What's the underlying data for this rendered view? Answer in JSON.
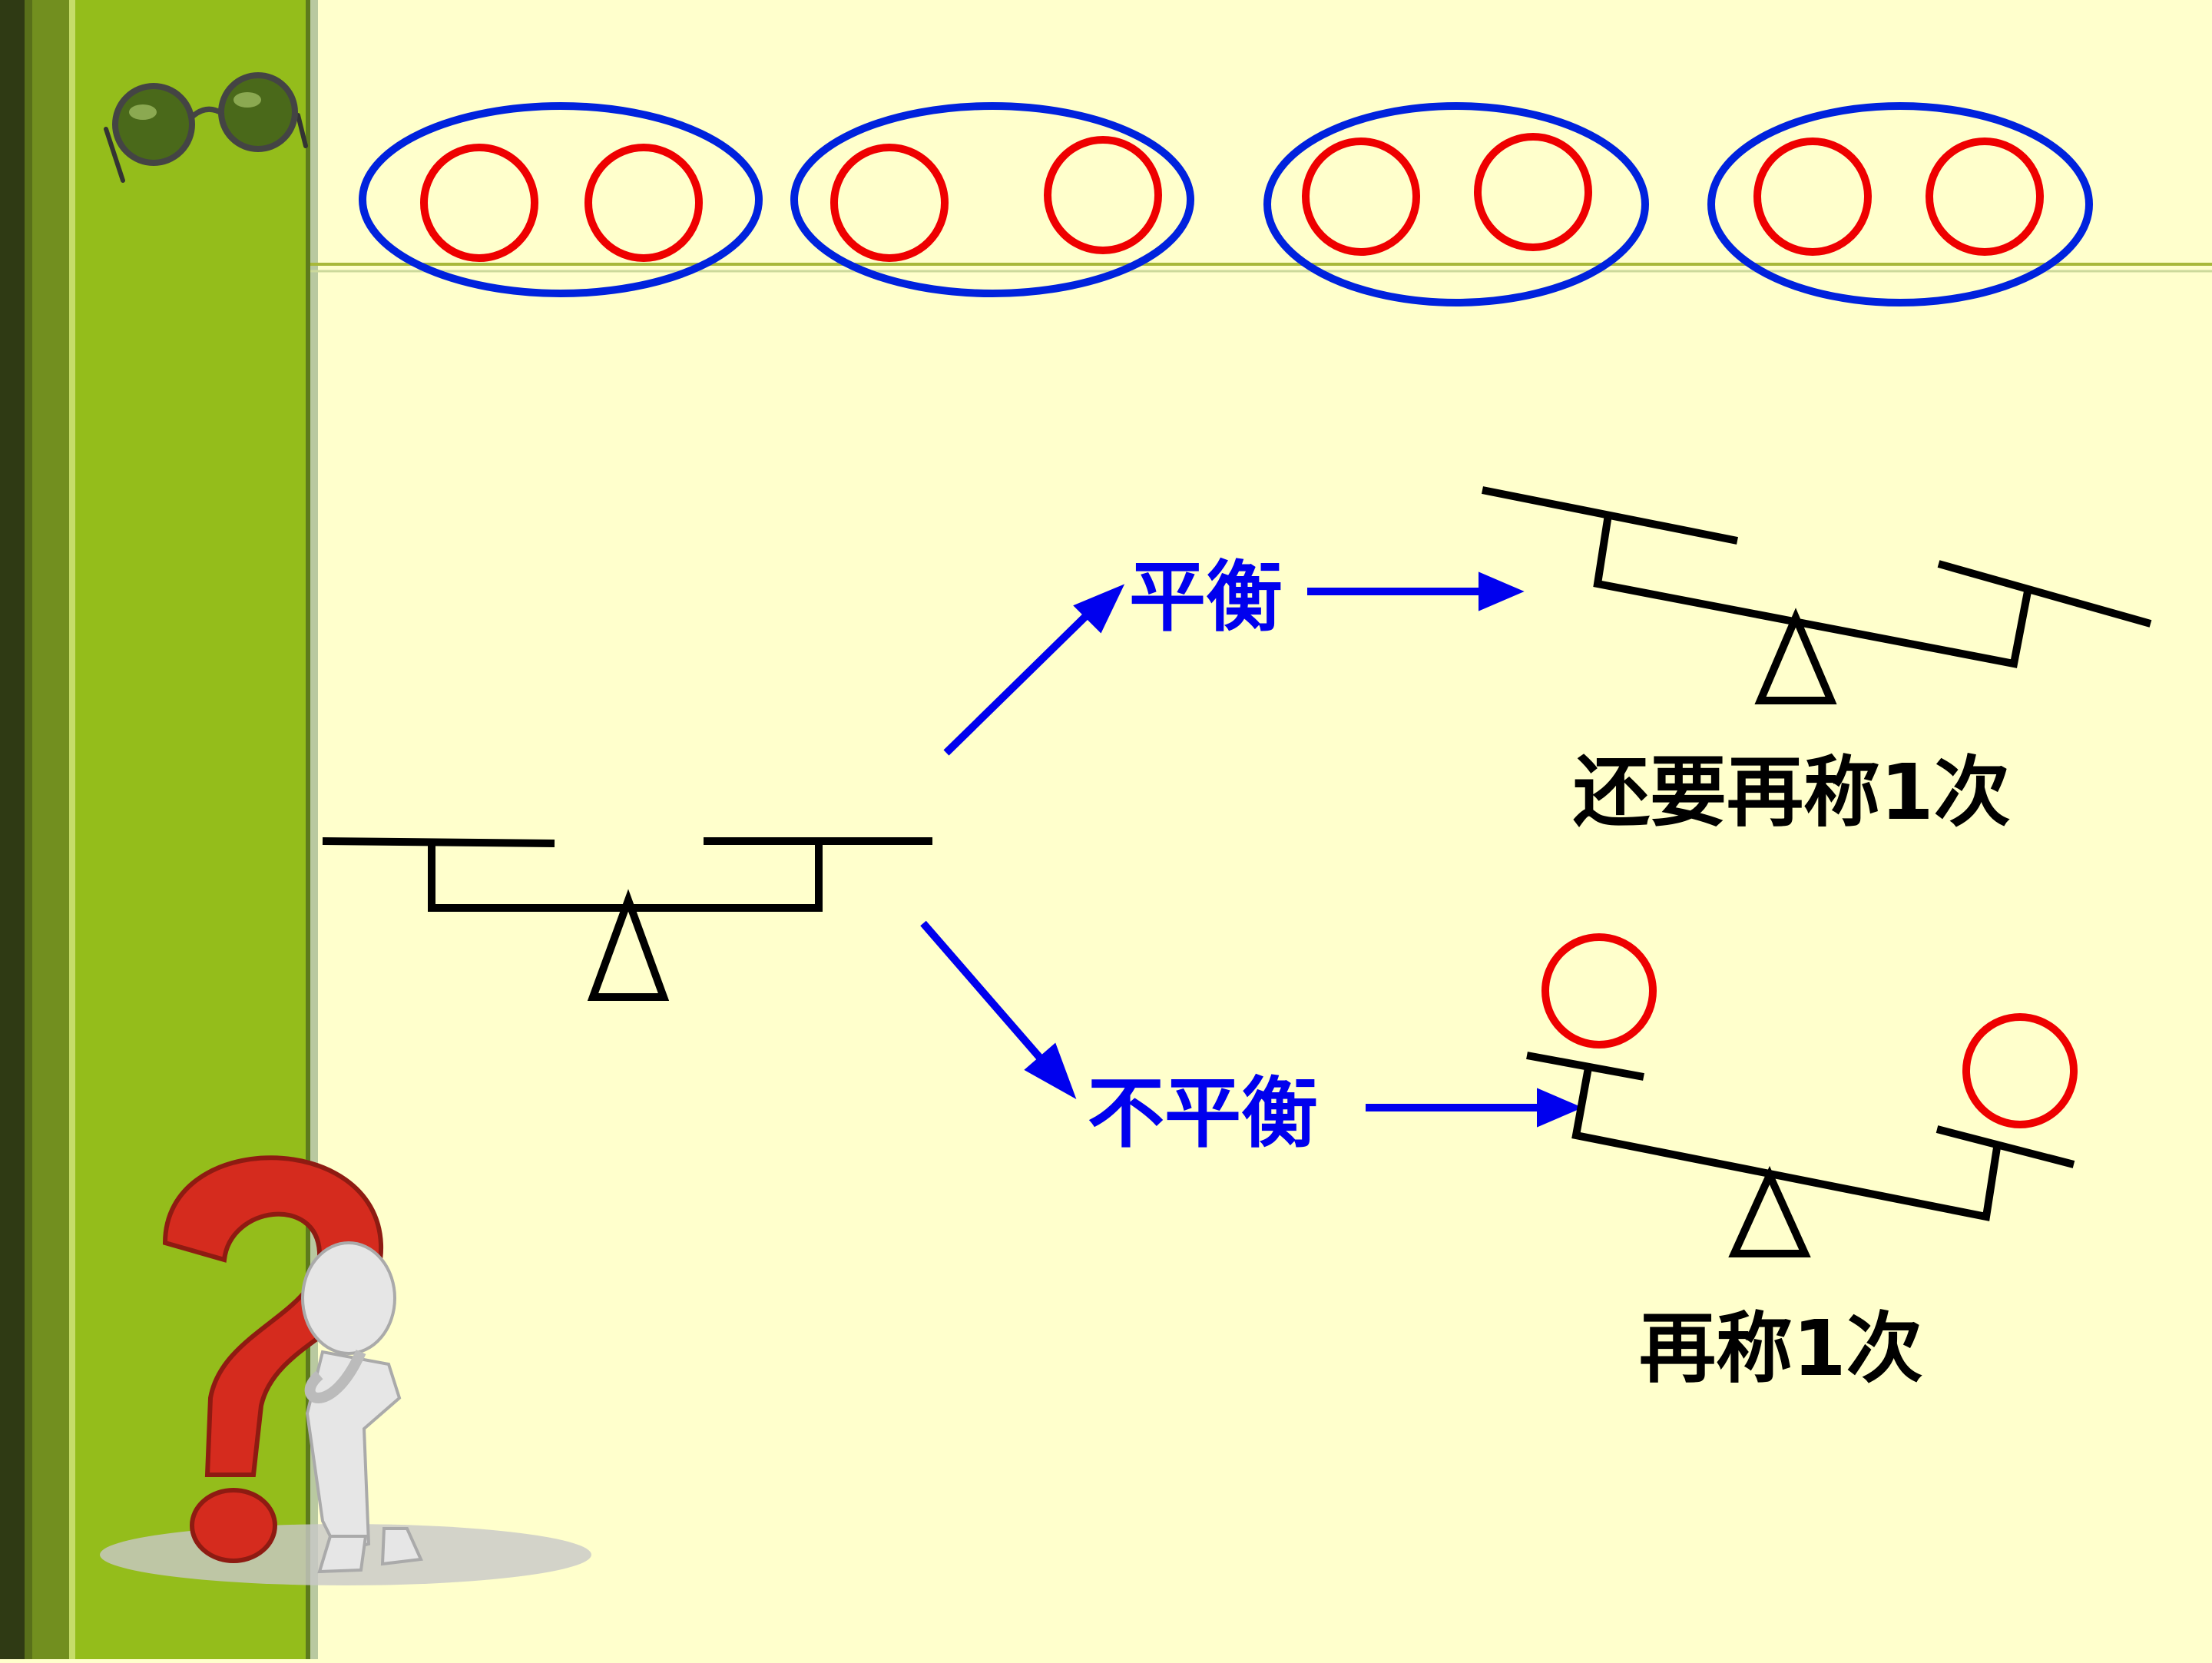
{
  "colors": {
    "background": "#ffffcc",
    "sidebar_green": "#94bd1b",
    "sidebar_dark": "#2f3a14",
    "ball_red": "#ee0000",
    "group_blue": "#0022dd",
    "label_blue": "#0000ee",
    "scale_black": "#000000"
  },
  "decorations": {
    "glasses": "glasses-icon",
    "question_mark": "question-mark-icon",
    "thinking_figure": "thinking-person-icon"
  },
  "groups": {
    "count": 4,
    "balls_per_group": 2
  },
  "branches": {
    "balanced_label": "平衡",
    "unbalanced_label": "不平衡"
  },
  "results": {
    "balanced_note": "还要再称1次",
    "unbalanced_note": "再称1次"
  }
}
